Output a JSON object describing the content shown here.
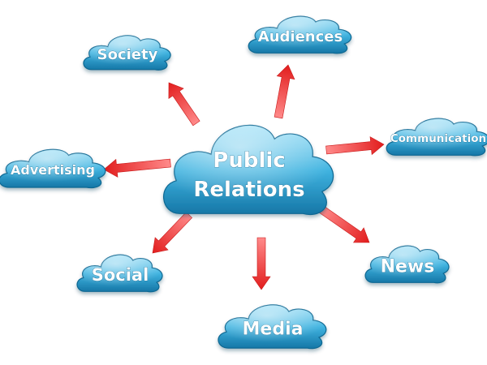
{
  "colors": {
    "cloud_top": "#9fe0f7",
    "cloud_mid": "#3fb3e0",
    "cloud_bottom": "#1576a6",
    "cloud_edge": "#0f6792",
    "arrow_light": "#ff8a8a",
    "arrow_dark": "#e21d1d",
    "text": "#ffffff"
  },
  "center": {
    "label_line1": "Public",
    "label_line2": "Relations"
  },
  "nodes": [
    {
      "id": "society",
      "label": "Society"
    },
    {
      "id": "audiences",
      "label": "Audiences"
    },
    {
      "id": "communication",
      "label": "Communication"
    },
    {
      "id": "advertising",
      "label": "Advertising"
    },
    {
      "id": "news",
      "label": "News"
    },
    {
      "id": "social",
      "label": "Social"
    },
    {
      "id": "media",
      "label": "Media"
    }
  ]
}
